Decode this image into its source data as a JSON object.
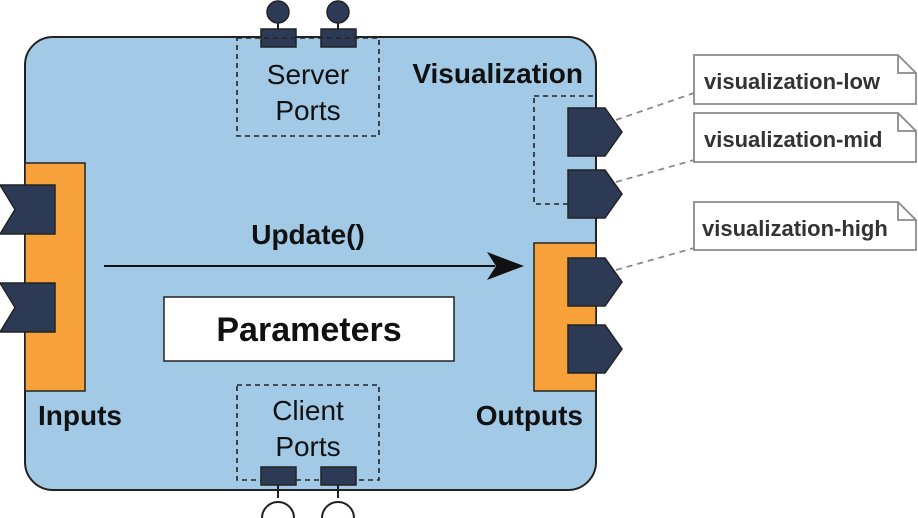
{
  "diagram": {
    "server_ports_label": [
      "Server",
      "Ports"
    ],
    "client_ports_label": [
      "Client",
      "Ports"
    ],
    "visualization_label": "Visualization",
    "inputs_label": "Inputs",
    "outputs_label": "Outputs",
    "update_label": "Update()",
    "parameters_label": "Parameters",
    "notes": [
      "visualization-low",
      "visualization-mid",
      "visualization-high"
    ],
    "colors": {
      "module_fill": "#a2cae6",
      "module_stroke": "#222222",
      "port_fill": "#2d3a56",
      "io_bar_fill": "#f6a13a",
      "note_stroke": "#8a8a8a"
    }
  }
}
